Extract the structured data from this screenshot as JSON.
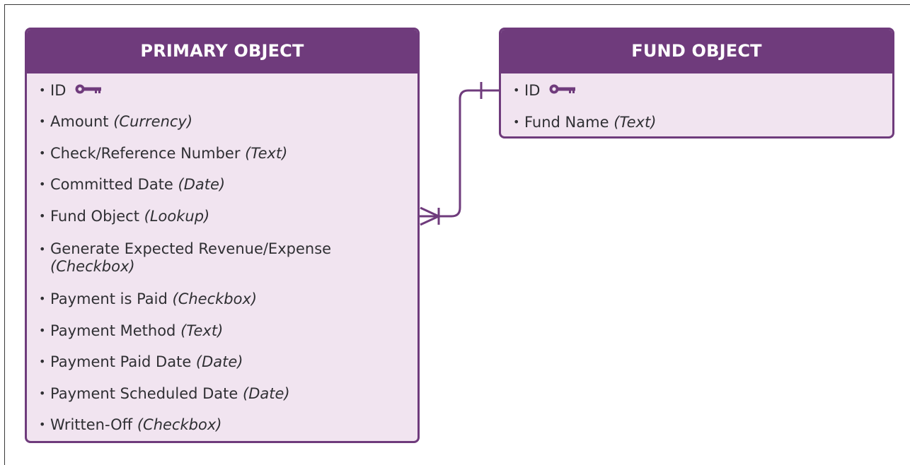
{
  "colors": {
    "accent": "#6f3b7c",
    "box_fill": "#f1e4f0",
    "text": "#2f2f33"
  },
  "primary_object": {
    "title": "PRIMARY OBJECT",
    "fields": [
      {
        "name": "ID",
        "type": "",
        "key": true
      },
      {
        "name": "Amount",
        "type": "(Currency)"
      },
      {
        "name": "Check/Reference Number",
        "type": "(Text)"
      },
      {
        "name": "Committed Date",
        "type": "(Date)"
      },
      {
        "name": "Fund Object",
        "type": "(Lookup)"
      },
      {
        "name": "Generate Expected Revenue/Expense",
        "type": "(Checkbox)"
      },
      {
        "name": "Payment is Paid",
        "type": "(Checkbox)"
      },
      {
        "name": "Payment Method",
        "type": "(Text)"
      },
      {
        "name": "Payment Paid Date",
        "type": "(Date)"
      },
      {
        "name": "Payment Scheduled Date",
        "type": "(Date)"
      },
      {
        "name": "Written-Off",
        "type": "(Checkbox)"
      }
    ]
  },
  "fund_object": {
    "title": "FUND OBJECT",
    "fields": [
      {
        "name": "ID",
        "type": "",
        "key": true
      },
      {
        "name": "Fund Name",
        "type": "(Text)"
      }
    ]
  },
  "relationship": {
    "from_end": "many",
    "to_end": "one",
    "icon": "crows-foot-connector"
  }
}
